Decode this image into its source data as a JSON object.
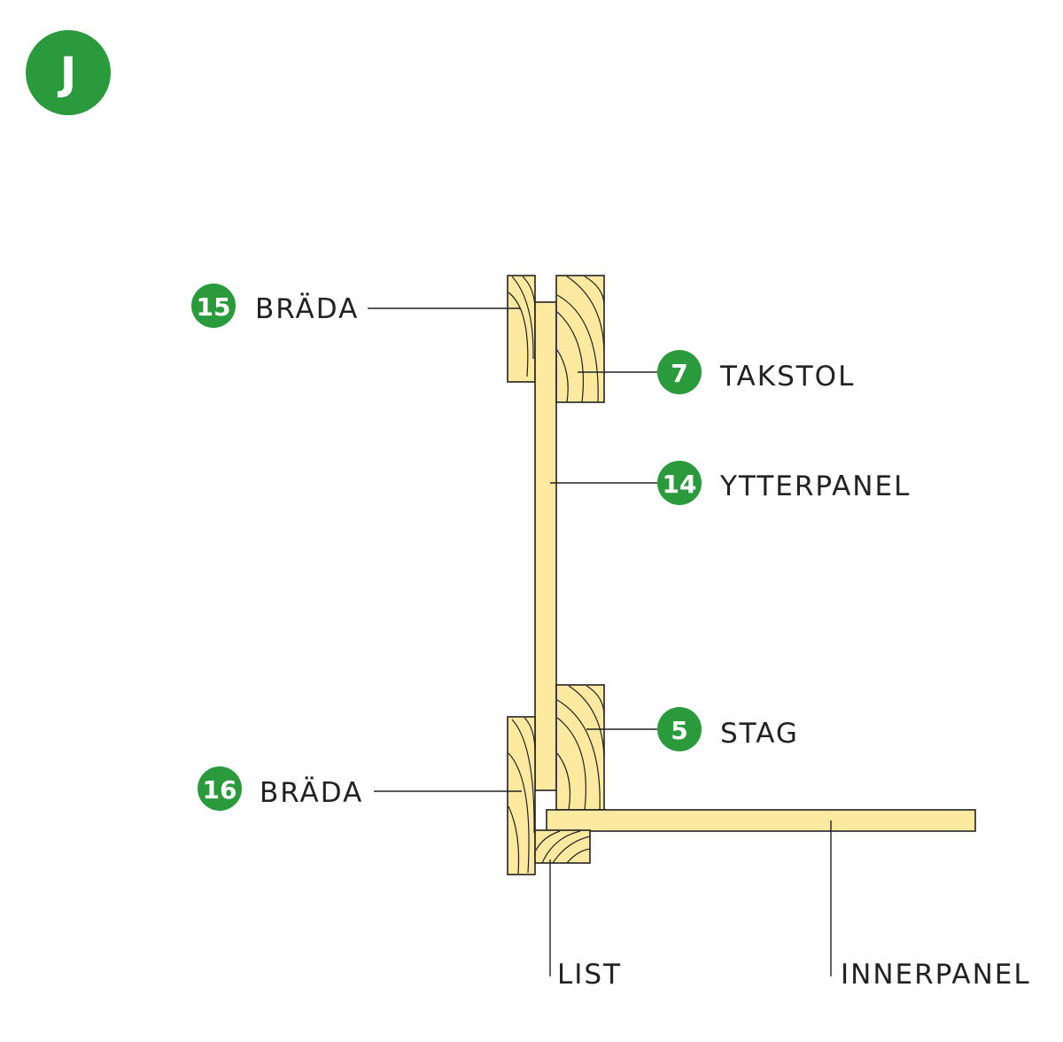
{
  "section_badge": {
    "letter": "J"
  },
  "colors": {
    "badge_green": "#2a9a3c",
    "wood_fill": "#fde9a0",
    "line": "#222222",
    "badge_text": "#ffffff"
  },
  "callouts": [
    {
      "id": "15",
      "number": "15",
      "label": "BRÄDA"
    },
    {
      "id": "7",
      "number": "7",
      "label": "TAKSTOL"
    },
    {
      "id": "14",
      "number": "14",
      "label": "YTTERPANEL"
    },
    {
      "id": "5",
      "number": "5",
      "label": "STAG"
    },
    {
      "id": "16",
      "number": "16",
      "label": "BRÄDA"
    }
  ],
  "plain_labels": [
    {
      "id": "list",
      "label": "LIST"
    },
    {
      "id": "innerpanel",
      "label": "INNERPANEL"
    }
  ]
}
